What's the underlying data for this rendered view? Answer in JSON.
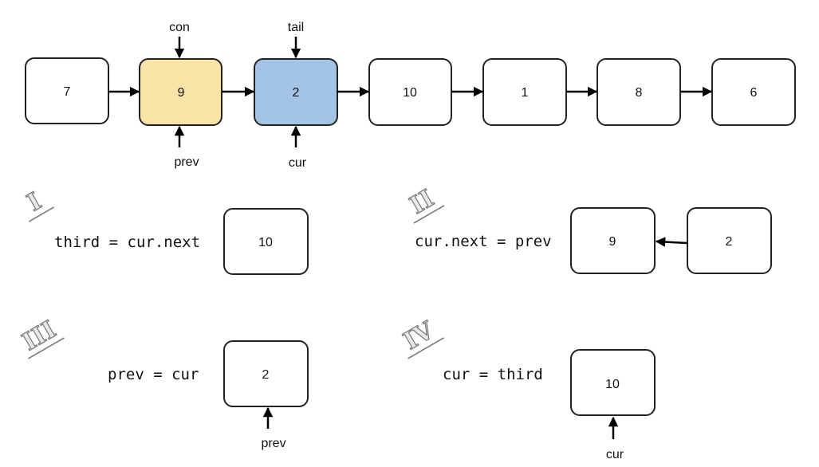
{
  "colors": {
    "stroke": "#222222",
    "default_fill": "#ffffff",
    "prev_fill": "#fae3a6",
    "cur_fill": "#a4c4e6",
    "arrow": "#000000"
  },
  "list": {
    "nodes": [
      {
        "value": "7",
        "highlight": "none"
      },
      {
        "value": "9",
        "highlight": "prev"
      },
      {
        "value": "2",
        "highlight": "cur"
      },
      {
        "value": "10",
        "highlight": "none"
      },
      {
        "value": "1",
        "highlight": "none"
      },
      {
        "value": "8",
        "highlight": "none"
      },
      {
        "value": "6",
        "highlight": "none"
      }
    ],
    "pointers": [
      {
        "label": "con",
        "node": 1,
        "side": "top"
      },
      {
        "label": "prev",
        "node": 1,
        "side": "bottom"
      },
      {
        "label": "tail",
        "node": 2,
        "side": "top"
      },
      {
        "label": "cur",
        "node": 2,
        "side": "bottom"
      }
    ]
  },
  "steps": [
    {
      "numeral": "I",
      "code": "third = cur.next",
      "nodes": [
        "10"
      ],
      "pointer": ""
    },
    {
      "numeral": "II",
      "code": "cur.next = prev",
      "nodes": [
        "9",
        "2"
      ],
      "pointer": ""
    },
    {
      "numeral": "III",
      "code": "prev = cur",
      "nodes": [
        "2"
      ],
      "pointer": "prev"
    },
    {
      "numeral": "IV",
      "code": "cur = third",
      "nodes": [
        "10"
      ],
      "pointer": "cur"
    }
  ]
}
